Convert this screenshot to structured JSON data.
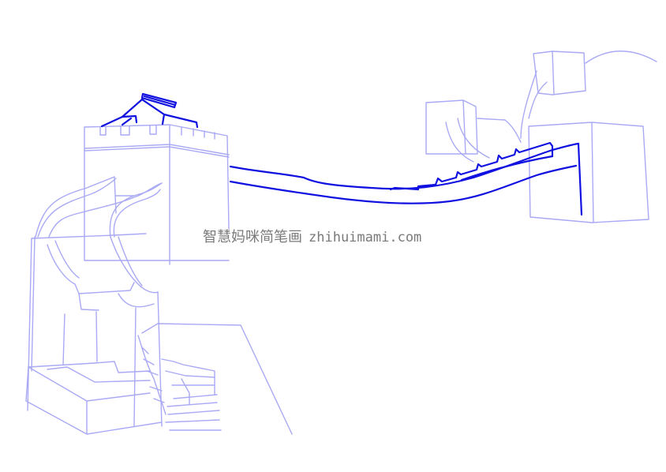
{
  "watermark": {
    "site_name": "智慧妈咪简笔画",
    "domain": "zhihuimami.com"
  },
  "drawing": {
    "subject": "great-wall-sketch",
    "colors": {
      "sketch_lines": "#a9a9f5",
      "highlight_lines": "#1010e0",
      "background": "#ffffff",
      "watermark": "#7a7a7a"
    }
  }
}
